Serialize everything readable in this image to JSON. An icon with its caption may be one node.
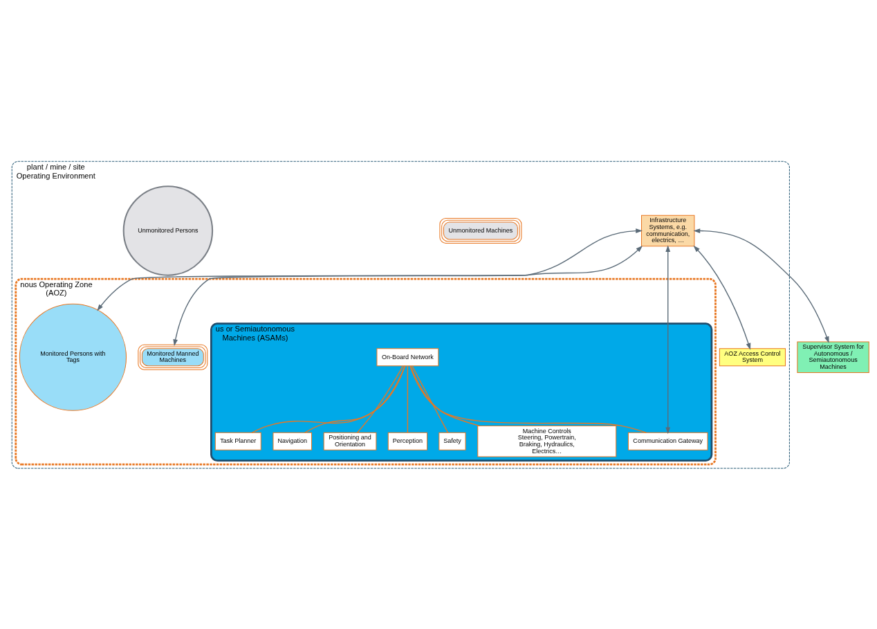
{
  "diagram": {
    "nodes": [
      {
        "text": [
          "plant / mine / site Operating Environment"
        ]
      },
      {
        "text": [
          "Infrastructure Systems, e.g. communication, electrics, …"
        ],
        "in": 0
      },
      {
        "text": [
          "Supervisor System for Autonomous / Semiautonomous Machines"
        ]
      },
      {
        "text": [
          "nous Operating Zone (AOZ)"
        ],
        "in": 0
      },
      {
        "text": [
          "Monitored Manned Machines"
        ],
        "in": 3
      },
      {
        "text": [
          "Monitored Persons with Tags"
        ],
        "in": 3
      },
      {
        "text": [
          "AOZ Access Control System"
        ],
        "in": 0
      },
      {
        "text": [
          "us or Semiautonomous Machines (ASAMs)"
        ],
        "in": 3
      },
      {
        "text": [
          "Communication Gateway"
        ],
        "in": 7
      },
      {
        "text": [
          "On-Board Network"
        ],
        "in": 7
      },
      {
        "text": [
          "Task Planner"
        ],
        "in": 7
      },
      {
        "text": [
          "Navigation"
        ],
        "in": 7
      },
      {
        "text": [
          "Positioning and Orientation"
        ],
        "in": 7
      },
      {
        "text": [
          "Perception"
        ],
        "in": 7
      },
      {
        "text": [
          "Safety"
        ],
        "in": 7
      },
      {
        "text": [
          "Machine Controls",
          "Steering, Powertrain, Braking, Hydraulics, Electrics…"
        ],
        "in": 7
      },
      {
        "text": [
          "Unmonitored Machines"
        ],
        "in": 0
      },
      {
        "text": [
          "Unmonitored Persons"
        ],
        "in": 0
      }
    ],
    "edges": [
      {
        "from": 1,
        "to": 2,
        "arrow": "both",
        "color": "#5b6b78"
      },
      {
        "from": 1,
        "to": 4,
        "arrow": "both",
        "color": "#5b6b78"
      },
      {
        "from": 1,
        "to": 5,
        "arrow": "both",
        "color": "#5b6b78"
      },
      {
        "from": 1,
        "to": 8,
        "arrow": "both",
        "color": "#5b6b78"
      },
      {
        "from": 1,
        "to": 6,
        "arrow": "both",
        "color": "#5b6b78"
      },
      {
        "from": 9,
        "to": 8,
        "arrow": "none"
      },
      {
        "from": 9,
        "to": 10,
        "arrow": "none"
      },
      {
        "from": 9,
        "to": 11,
        "arrow": "none"
      },
      {
        "from": 9,
        "to": 12,
        "arrow": "none"
      },
      {
        "from": 9,
        "to": 13,
        "arrow": "none"
      },
      {
        "from": 9,
        "to": 14,
        "arrow": "none"
      },
      {
        "from": 9,
        "to": 15,
        "arrow": "none"
      }
    ]
  }
}
